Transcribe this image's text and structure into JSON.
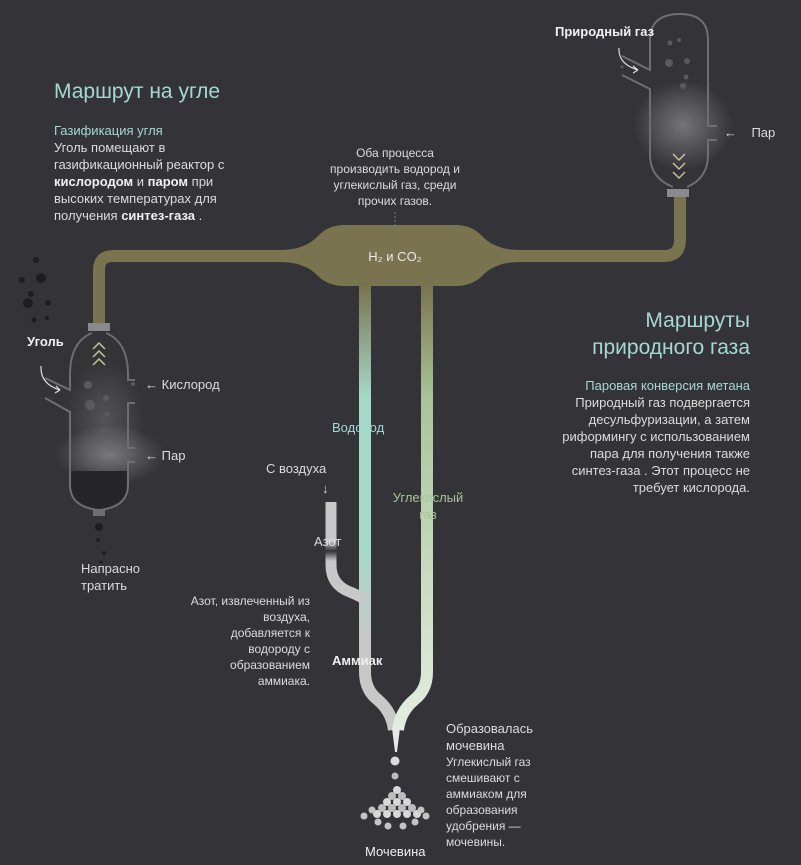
{
  "coal_route": {
    "title": "Маршрут на угле",
    "subtitle": "Газификация угля",
    "desc_1": "Уголь помещают в газификационный реактор с",
    "bold_1": "кислородом",
    "desc_2": " и ",
    "bold_2": "паром",
    "desc_3": "при высоких температурах для получения",
    "bold_3": "синтез-газа",
    "desc_4": " .",
    "coal_label": "Уголь",
    "oxygen_label": "Кислород",
    "steam_label": "Пар",
    "waste_label": "Напрасно тратить"
  },
  "gas_route": {
    "title": "Маршруты природного газа",
    "subtitle": "Паровая конверсия метана",
    "desc": "Природный газ подвергается десульфуризации, а затем риформингу с использованием пара для получения также синтез-газа . Этот процесс не требует кислорода.",
    "gas_label": "Природный газ",
    "steam_label": "Пар"
  },
  "center": {
    "note": "Оба процесса производить  водород и  углекислый газ, среди прочих газов.",
    "chamber_label": "H₂ и CO₂",
    "hydrogen_label": "Водород",
    "co2_label": "Углекислый газ",
    "air_label": "С воздуха",
    "nitrogen_label": "Азот",
    "nitrogen_note": "Азот,  извлеченный из воздуха, добавляется к водороду с образованием аммиака.",
    "ammonia_label": "Аммиак",
    "urea_title": "Образовалась мочевина",
    "urea_desc": "Углекислый газ смешивают с аммиаком для образования удобрения — мочевины.",
    "urea_label": "Мочевина"
  },
  "arrows": {
    "left": "←",
    "down": "↓"
  },
  "colors": {
    "background": "#333338",
    "syngas_pipe": "#7a7350",
    "hydrogen": "#a6d8c8",
    "co2": "#a8c49a",
    "ammonia": "#c8c8c8",
    "accent_text": "#a6d8d3"
  }
}
